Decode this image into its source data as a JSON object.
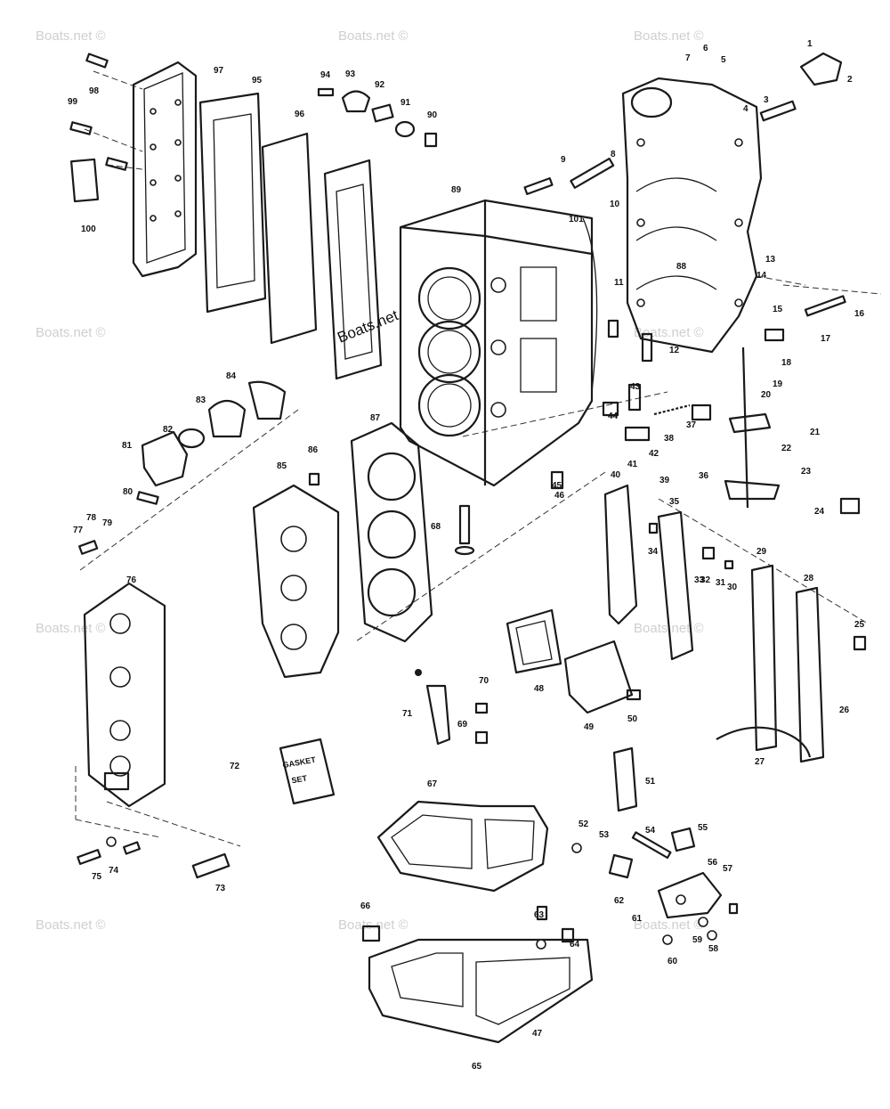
{
  "watermark": "Boats.net ©",
  "block_label": "Boats.net",
  "gasket_kit_label": [
    "GASKET",
    "SET"
  ],
  "callouts": [
    "1",
    "2",
    "3",
    "4",
    "5",
    "6",
    "7",
    "8",
    "9",
    "10",
    "11",
    "12",
    "13",
    "14",
    "15",
    "16",
    "17",
    "18",
    "19",
    "20",
    "21",
    "22",
    "23",
    "24",
    "25",
    "26",
    "27",
    "28",
    "29",
    "30",
    "31",
    "32",
    "33",
    "34",
    "35",
    "36",
    "37",
    "38",
    "39",
    "40",
    "41",
    "42",
    "43",
    "44",
    "45",
    "46",
    "47",
    "48",
    "49",
    "50",
    "51",
    "52",
    "53",
    "54",
    "55",
    "56",
    "57",
    "58",
    "59",
    "60",
    "61",
    "62",
    "63",
    "64",
    "65",
    "66",
    "67",
    "68",
    "69",
    "70",
    "71",
    "72",
    "73",
    "74",
    "75",
    "76",
    "77",
    "78",
    "79",
    "80",
    "81",
    "82",
    "83",
    "84",
    "85",
    "86",
    "87",
    "88",
    "89",
    "90",
    "91",
    "92",
    "93",
    "94",
    "95",
    "96",
    "97",
    "98",
    "99",
    "100",
    "101"
  ]
}
